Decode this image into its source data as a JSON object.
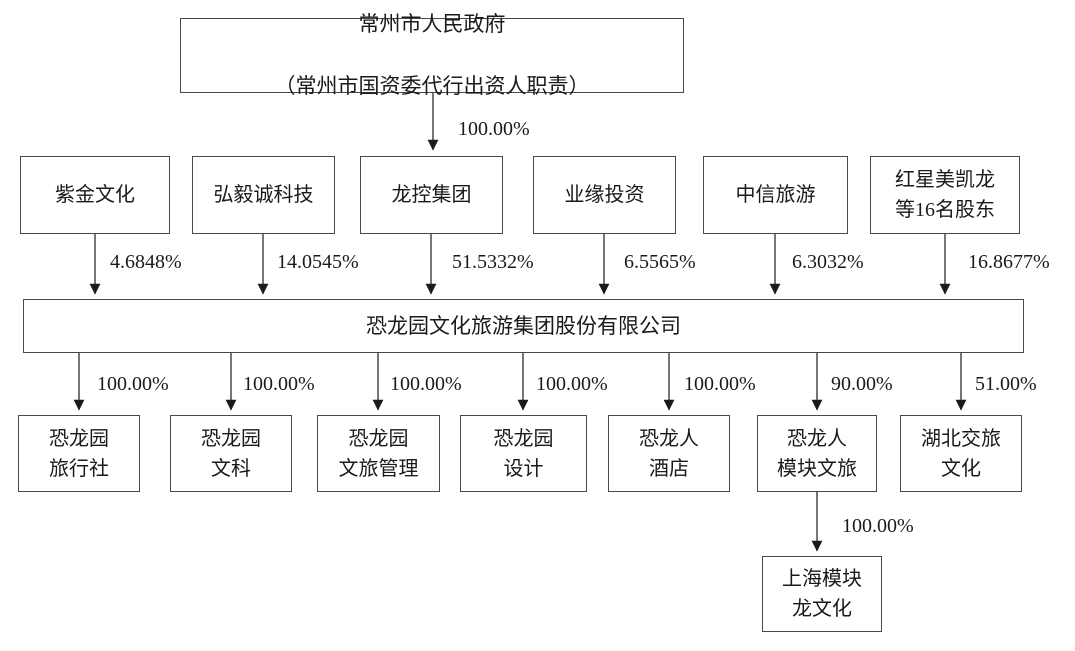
{
  "government": {
    "name": "常州市人民政府",
    "note": "（常州市国资委代行出资人职责）",
    "percent": "100.00%"
  },
  "shareholders": [
    {
      "name": "紫金文化",
      "percent": "4.6848%"
    },
    {
      "name": "弘毅诚科技",
      "percent": "14.0545%"
    },
    {
      "name": "龙控集团",
      "percent": "51.5332%"
    },
    {
      "name": "业缘投资",
      "percent": "6.5565%"
    },
    {
      "name": "中信旅游",
      "percent": "6.3032%"
    },
    {
      "name": "红星美凯龙\n等16名股东",
      "percent": "16.8677%"
    }
  ],
  "company": {
    "name": "恐龙园文化旅游集团股份有限公司"
  },
  "subsidiaries": [
    {
      "name": "恐龙园\n旅行社",
      "percent": "100.00%"
    },
    {
      "name": "恐龙园\n文科",
      "percent": "100.00%"
    },
    {
      "name": "恐龙园\n文旅管理",
      "percent": "100.00%"
    },
    {
      "name": "恐龙园\n设计",
      "percent": "100.00%"
    },
    {
      "name": "恐龙人\n酒店",
      "percent": "100.00%"
    },
    {
      "name": "恐龙人\n模块文旅",
      "percent": "90.00%"
    },
    {
      "name": "湖北交旅\n文化",
      "percent": "51.00%"
    }
  ],
  "grandchild": {
    "name": "上海模块\n龙文化",
    "percent": "100.00%"
  }
}
